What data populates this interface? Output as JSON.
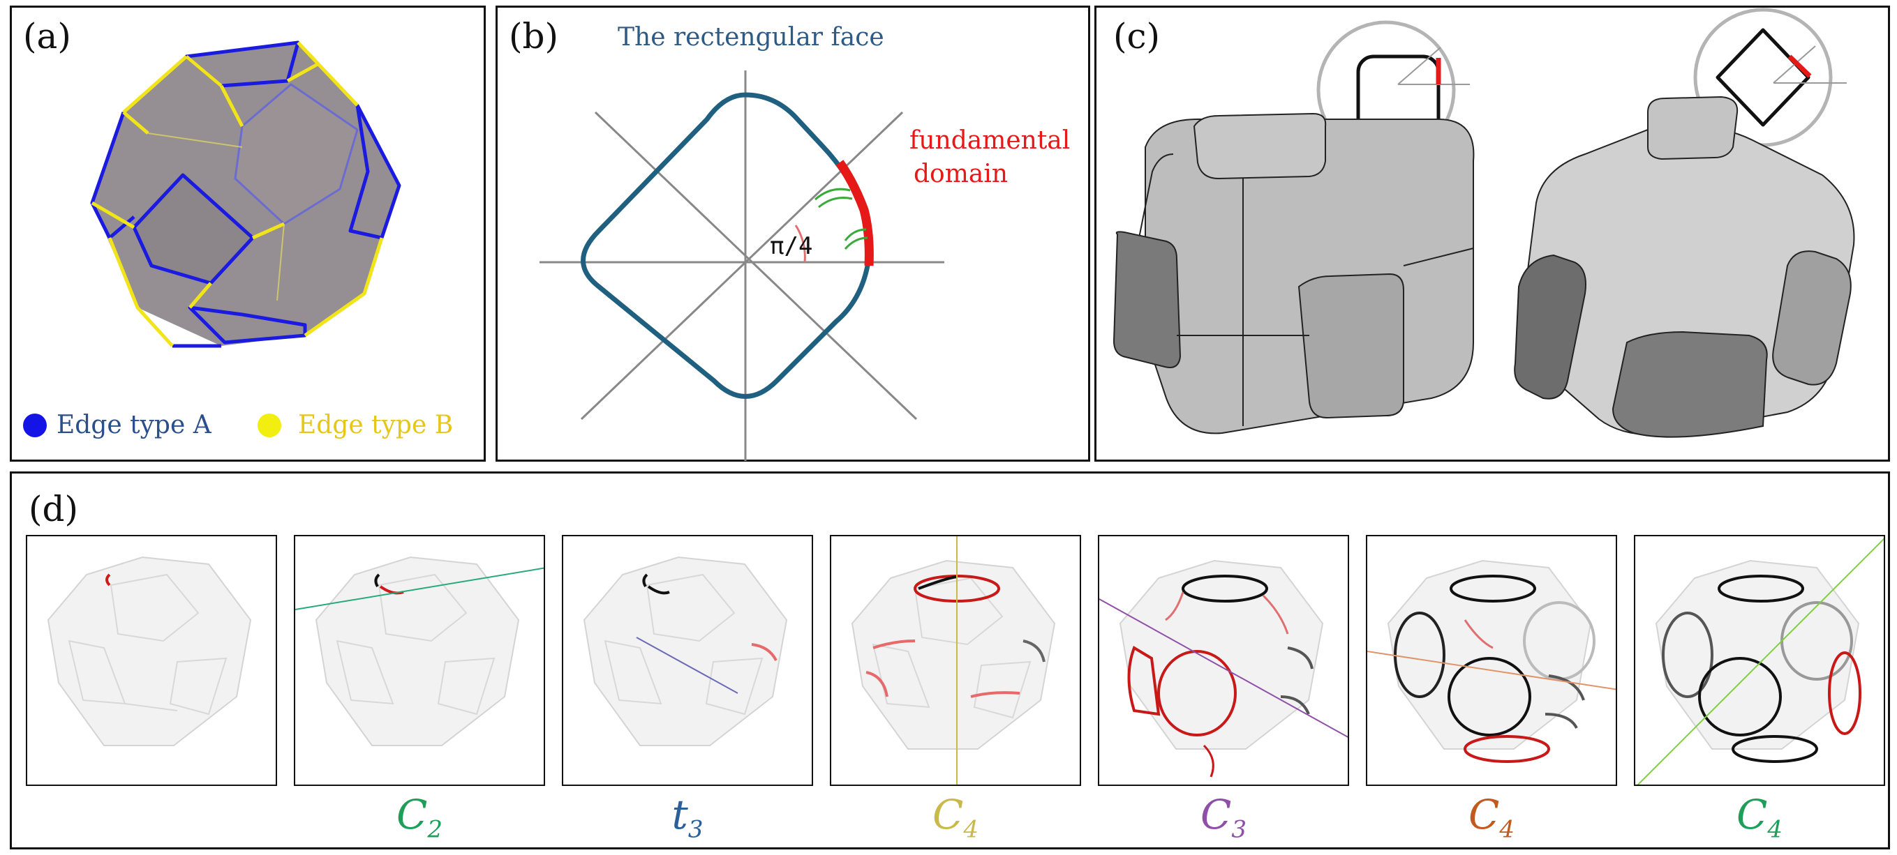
{
  "panels": {
    "a": {
      "label": "(a)"
    },
    "b": {
      "label": "(b)"
    },
    "c": {
      "label": "(c)"
    },
    "d": {
      "label": "(d)"
    }
  },
  "legend": {
    "edge_a": {
      "text": "Edge type A",
      "color": "#2a4f8a",
      "dot_color": "#1414e6"
    },
    "edge_b": {
      "text": "Edge type B",
      "color": "#e6c619",
      "dot_color": "#f2ee10"
    }
  },
  "panel_b": {
    "title": "The rectengular face",
    "title_color": "#2e5a86",
    "angle_label": "π/4",
    "domain_label_line1": "fundamental",
    "domain_label_line2": "domain",
    "domain_color": "#e61919",
    "curve_color": "#1f6080"
  },
  "panel_d": {
    "symmetries": [
      {
        "base": "",
        "sub": "",
        "color": "#000000"
      },
      {
        "base": "C",
        "sub": "2",
        "color": "#1f9e5a"
      },
      {
        "base": "t",
        "sub": "3",
        "color": "#2a5f99"
      },
      {
        "base": "C",
        "sub": "4",
        "color": "#c9b94a"
      },
      {
        "base": "C",
        "sub": "3",
        "color": "#8f4fa8"
      },
      {
        "base": "C",
        "sub": "4",
        "color": "#c05a1f"
      },
      {
        "base": "C",
        "sub": "4",
        "color": "#1f9e5a"
      }
    ]
  }
}
